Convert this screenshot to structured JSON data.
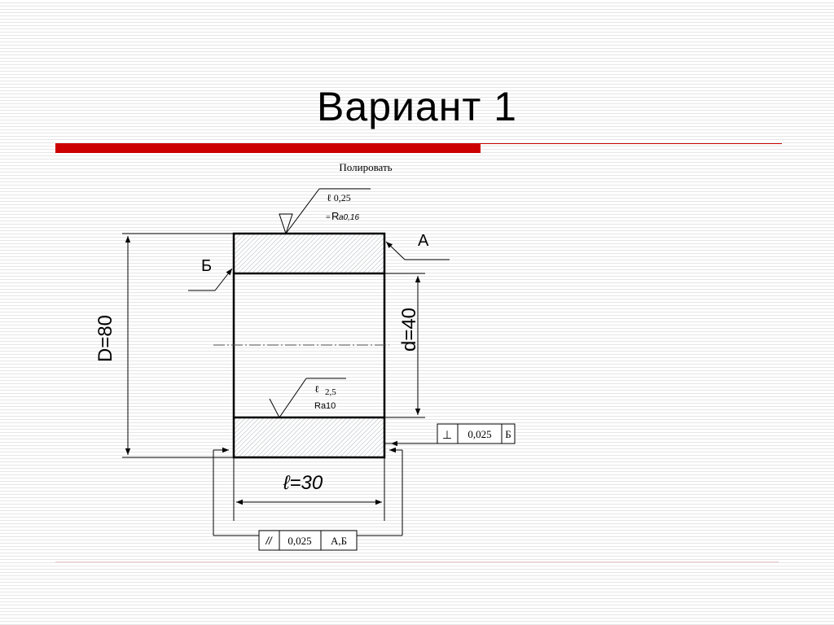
{
  "title": "Вариант 1",
  "drawing": {
    "polish_note": "Полировать",
    "top_roughness": {
      "cutoff": "ℓ 0,25",
      "eq": "=",
      "r": "R",
      "value": "a0,16"
    },
    "inner_roughness": {
      "cutoff": "ℓ",
      "cutoff_value": "2,5",
      "value": "Ra10"
    },
    "label_a": "А",
    "label_b": "Б",
    "dim_outer": "D=80",
    "dim_inner": "d=40",
    "dim_length": "ℓ=30",
    "perp_tolerance": {
      "symbol": "⊥",
      "value": "0,025",
      "datum": "Б"
    },
    "parallel_tolerance": {
      "symbol": "//",
      "value": "0,025",
      "datum": "А,Б"
    }
  }
}
